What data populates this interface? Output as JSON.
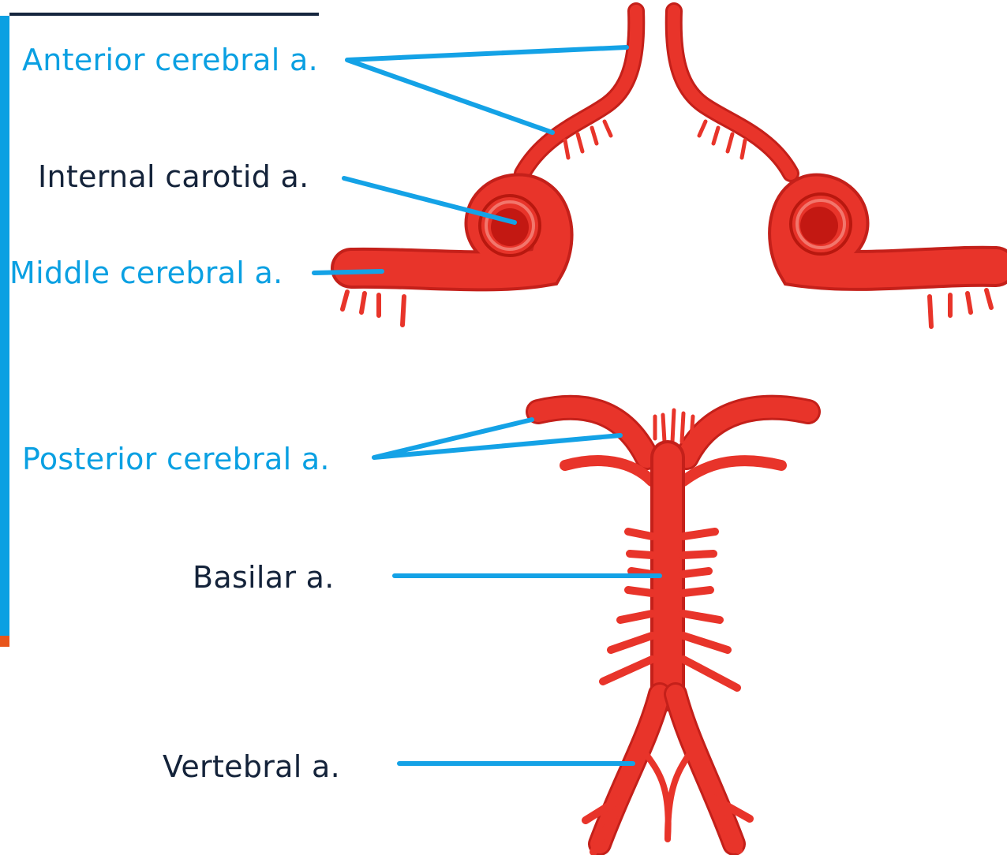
{
  "labels": {
    "anterior_cerebral": "Anterior cerebral a.",
    "internal_carotid": "Internal carotid a.",
    "middle_cerebral": "Middle cerebral a.",
    "posterior_cerebral": "Posterior cerebral a.",
    "basilar": "Basilar a.",
    "vertebral": "Vertebral a."
  },
  "colors": {
    "artery": "#e8342a",
    "artery_dark": "#c4201a",
    "leader_line": "#14a2e6",
    "label_blue": "#0aa0e2",
    "label_dark": "#14233a",
    "side_bar": "#0aa0e2",
    "side_bar_accent": "#e8551b",
    "top_rule": "#16263e"
  }
}
